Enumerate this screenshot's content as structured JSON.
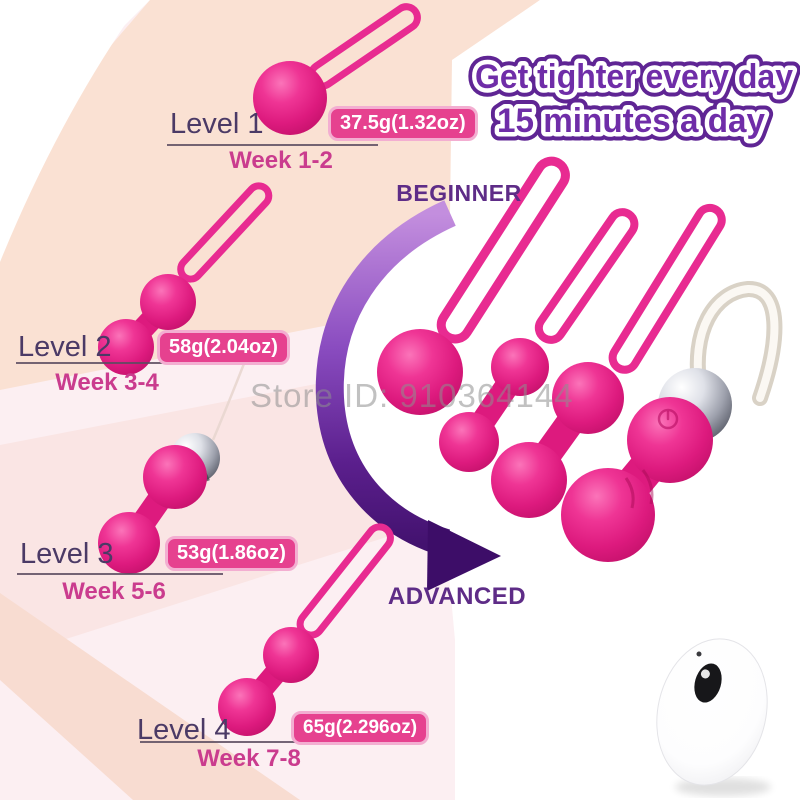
{
  "headline": {
    "line1": "Get tighter every day",
    "line2": "15 minutes a day"
  },
  "stages": {
    "beginner": "BEGINNER",
    "advanced": "ADVANCED"
  },
  "watermark": "Store ID: 910364144",
  "levels": [
    {
      "label": "Level 1",
      "week": "Week 1-2",
      "weight": "37.5g(1.32oz)"
    },
    {
      "label": "Level 2",
      "week": "Week 3-4",
      "weight": "58g(2.04oz)"
    },
    {
      "label": "Level 3",
      "week": "Week 5-6",
      "weight": "53g(1.86oz)"
    },
    {
      "label": "Level 4",
      "week": "Week 7-8",
      "weight": "65g(2.296oz)"
    }
  ],
  "icons": {
    "remote_button": "power-button-icon",
    "arrow": "progress-arrow-icon"
  },
  "colors": {
    "headline_purple": "#6f2da8",
    "stage_purple": "#5e2c87",
    "level_text": "#4b3a66",
    "week_pink": "#ca3c8e",
    "badge_pink": "#e6418f",
    "badge_border": "#f3aed1",
    "product_magenta": "#dd1a7e",
    "arrow_dark_purple": "#3d0d68",
    "arrow_light_purple": "#c38ede",
    "fan_peach_top": "#fae1d3",
    "fan_pink_sector": "#fae5e4",
    "fan_peach_band": "#f8dcd1",
    "fan_light": "#fceff2",
    "silver": "#9ea1ad",
    "watermark_gray": "#8f8f8f"
  }
}
